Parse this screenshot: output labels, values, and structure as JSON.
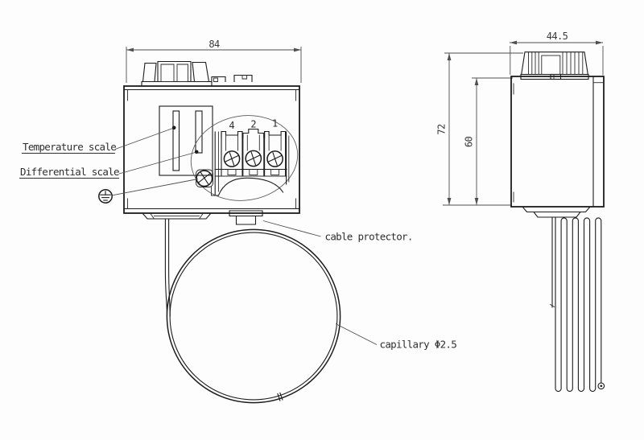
{
  "drawing": {
    "front_view": {
      "width_dimension": "84",
      "terminal_numbers": [
        "4",
        "2",
        "1"
      ],
      "labels": {
        "temperature_scale": "Temperature scale",
        "differential_scale": "Differential scale",
        "cable_protector": "cable protector.",
        "capillary": "capillary Φ2.5"
      }
    },
    "side_view": {
      "width_dimension": "44.5",
      "overall_height_dimension": "72",
      "body_height_dimension": "60"
    },
    "colors": {
      "background": "#fdfdfd",
      "object_line": "#1c1c1c",
      "dimension_line": "#4f4f4f"
    }
  }
}
